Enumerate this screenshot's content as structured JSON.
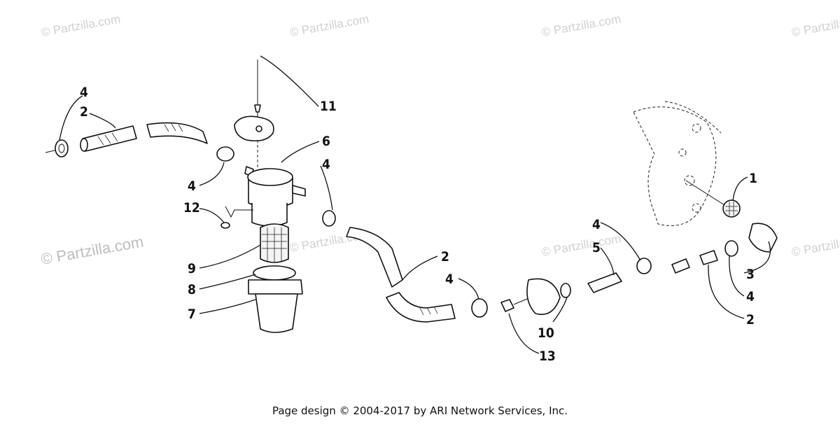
{
  "watermark": "© Partzilla.com",
  "callouts": {
    "c1": "1",
    "c2a": "2",
    "c2b": "2",
    "c2c": "2",
    "c3": "3",
    "c4a": "4",
    "c4b": "4",
    "c4c": "4",
    "c4d": "4",
    "c4e": "4",
    "c4f": "4",
    "c5": "5",
    "c6": "6",
    "c7": "7",
    "c8": "8",
    "c9": "9",
    "c10": "10",
    "c11": "11",
    "c12": "12",
    "c13": "13"
  },
  "footer": "Page design © 2004-2017 by ARI Network Services, Inc."
}
